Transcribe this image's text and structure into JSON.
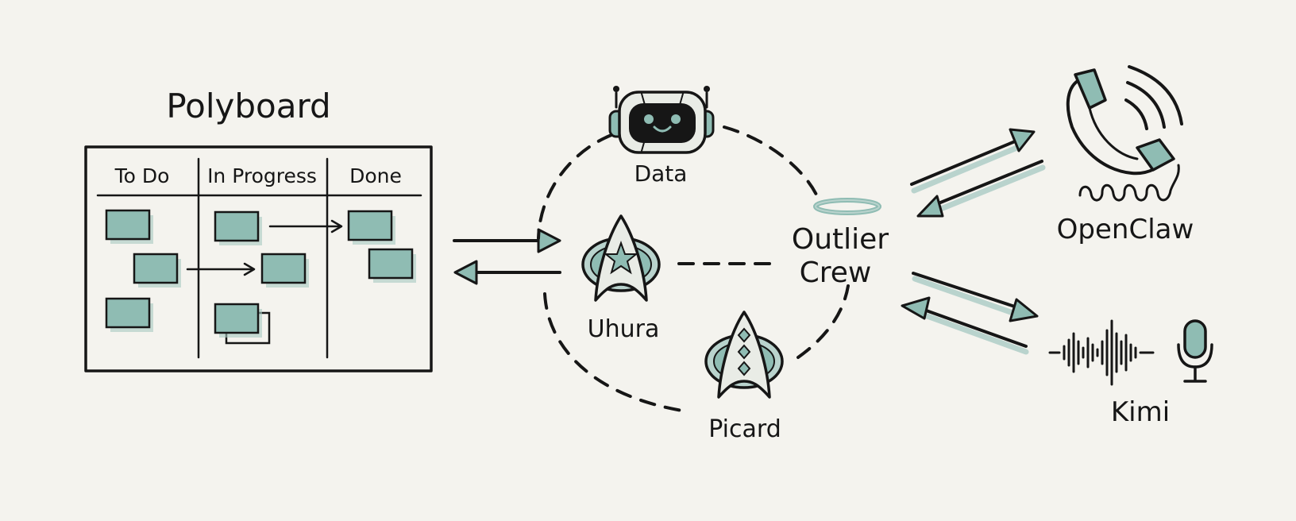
{
  "colors": {
    "background": "#f4f3ee",
    "ink": "#161616",
    "accent": "#8fbcb3",
    "accent_dark": "#6fa398"
  },
  "board": {
    "title": "Polyboard",
    "columns": [
      {
        "label": "To Do"
      },
      {
        "label": "In Progress"
      },
      {
        "label": "Done"
      }
    ]
  },
  "crew": {
    "center_label_line1": "Outlier",
    "center_label_line2": "Crew",
    "members": {
      "data": {
        "label": "Data",
        "icon": "robot-icon"
      },
      "uhura": {
        "label": "Uhura",
        "icon": "starfleet-delta-icon"
      },
      "picard": {
        "label": "Picard",
        "icon": "starfleet-delta-captain-icon"
      }
    },
    "halo_icon": "halo-icon"
  },
  "integrations": {
    "openclaw": {
      "label": "OpenClaw",
      "icon": "telephone-icon"
    },
    "kimi": {
      "label": "Kimi",
      "icon": "soundwave-microphone-icon"
    }
  }
}
